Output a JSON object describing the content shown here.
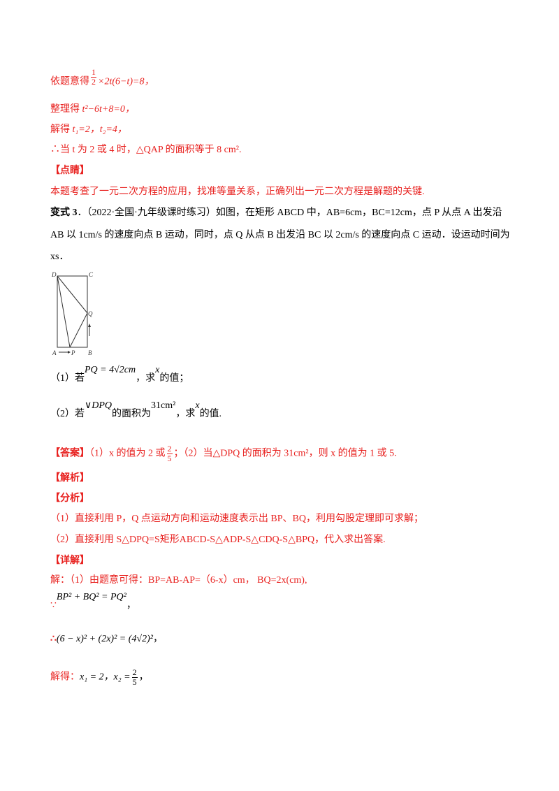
{
  "colors": {
    "answer_red": "#e8211f",
    "text": "#000000"
  },
  "prev_solution": {
    "line1_prefix": "依题意得",
    "line1_frac_num": "1",
    "line1_frac_den": "2",
    "line1_rest": "×2t(6−t)=8，",
    "line2_prefix": "整理得 ",
    "line2_eq": "t²−6t+8=0，",
    "line3_prefix": "解得 ",
    "line3_eq": "t₁=2，t₂=4，",
    "line4": "∴当 t 为 2 或 4 时，△QAP 的面积等于 8 cm².",
    "comment_heading": "【点睛】",
    "comment": "本题考查了一元二次方程的应用，找准等量关系，正确列出一元二次方程是解题的关键."
  },
  "problem": {
    "label": "变式 3",
    "line1": "．（2022·全国·九年级课时练习）如图，在矩形 ABCD 中，AB=6cm，BC=12cm，点 P 从点 A 出发沿",
    "line2": "AB 以 1cm/s 的速度向点 B 运动，同时，点 Q 从点 B 出发沿 BC 以 2cm/s 的速度向点 C 运动．设运动时间为",
    "line3": "xs．",
    "figure_labels": {
      "D": "D",
      "C": "C",
      "Q": "Q",
      "A": "A",
      "P": "P",
      "B": "B"
    },
    "q1_prefix": "（1）若",
    "q1_formula": "PQ = 4√2cm",
    "q1_mid": "，求",
    "q1_var": "x",
    "q1_suffix": "的值；",
    "q2_prefix": "（2）若",
    "q2_formula": "∨DPQ",
    "q2_mid": "的面积为",
    "q2_area": "31cm²",
    "q2_mid2": "，求",
    "q2_var": "x",
    "q2_suffix": "的值."
  },
  "answer": {
    "heading": "【答案】",
    "part1": "（1）x 的值为 2 或",
    "frac_num": "2",
    "frac_den": "5",
    "part2": "；（2）当△DPQ 的面积为 31cm²，则 x 的值为 1 或 5."
  },
  "analysis": {
    "heading": "【解析】",
    "sub_heading": "【分析】",
    "line1": "（1）直接利用 P，Q 点运动方向和运动速度表示出 BP、BQ，利用勾股定理即可求解；",
    "line2": "（2）直接利用 S△DPQ=S矩形ABCD-S△ADP-S△CDQ-S△BPQ，代入求出答案."
  },
  "detail": {
    "heading": "【详解】",
    "line1": "解：（1）由题意可得：BP=AB-AP=（6-x）cm，  BQ=2x(cm),",
    "because": "∵",
    "line2": "BP² + BQ² = PQ²",
    "line2_end": "，",
    "therefore": "∴",
    "line3": "(6 − x)² + (2x)² = (4√2)²",
    "line3_end": "，",
    "line4_prefix": "解得：",
    "line4_eq": "x₁ = 2，x₂ =",
    "line4_frac_num": "2",
    "line4_frac_den": "5",
    "line4_end": "，"
  }
}
